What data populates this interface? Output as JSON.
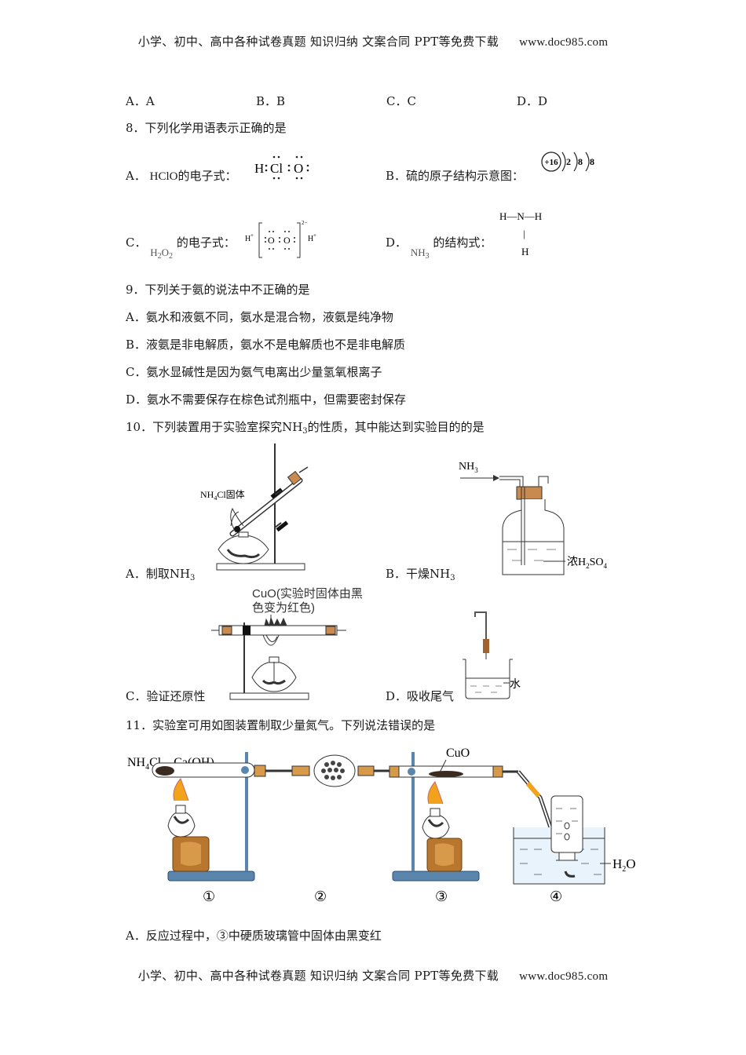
{
  "header_text": "小学、初中、高中各种试卷真题  知识归纳  文案合同  PPT等免费下载",
  "header_site": "www.doc985.com",
  "q7_options": {
    "a": "A．A",
    "b": "B．B",
    "c": "C．C",
    "d": "D．D"
  },
  "q8": {
    "stem": "8．下列化学用语表示正确的是",
    "a_prefix": "A．",
    "a_formula": "HClO",
    "a_suffix": "的电子式：",
    "b_text": "B．硫的原子结构示意图：",
    "c_prefix": "C．",
    "c_suffix": "的电子式：",
    "d_prefix": "D．",
    "d_suffix": "的结构式："
  },
  "q9": {
    "stem": "9．下列关于氨的说法中不正确的是",
    "a": "A．氨水和液氨不同，氨水是混合物，液氨是纯净物",
    "b": "B．液氨是非电解质，氨水不是电解质也不是非电解质",
    "c": "C．氨水显碱性是因为氨气电离出少量氢氧根离子",
    "d": "D．氨水不需要保存在棕色试剂瓶中，但需要密封保存"
  },
  "q10": {
    "stem_pre": "10．下列装置用于实验室探究NH",
    "stem_post": "的性质，其中能达到实验目的的是",
    "a_label": "A．制取NH",
    "b_label": "B．干燥NH",
    "c_label": "C．验证还原性",
    "d_label": "D．吸收尾气",
    "a_fig_label": "NH",
    "a_fig_label2": "Cl固体",
    "b_fig_in": "NH",
    "b_fig_acid": "浓H",
    "b_fig_acid2": "SO",
    "c_fig_line1": "CuO(实验时固体由黑",
    "c_fig_line2": "色变为红色)",
    "d_fig_water": "水"
  },
  "q11": {
    "stem": "11．实验室可用如图装置制取少量氮气。下列说法错误的是",
    "reagent_label": "NH",
    "reagent_mid": "Cl、Ca(OH)",
    "cuo_label": "CuO",
    "water_label": "H",
    "water_label2": "O",
    "step_labels": [
      "①",
      "②",
      "③",
      "④"
    ],
    "a": "A．反应过程中，③中硬质玻璃管中固体由黑变红"
  },
  "diagram_text": {
    "s_nucleus": "+16",
    "s_shells": [
      "2",
      "8",
      "8"
    ],
    "hclo_h": "H",
    "hclo_cl": "Cl",
    "hclo_o": "O",
    "nh3_line1": "H—N—H",
    "nh3_bar": "|",
    "nh3_line3": "H",
    "h2o2_hplus": "H",
    "h2o2_o": "O",
    "h2o2_charge": "2−"
  }
}
